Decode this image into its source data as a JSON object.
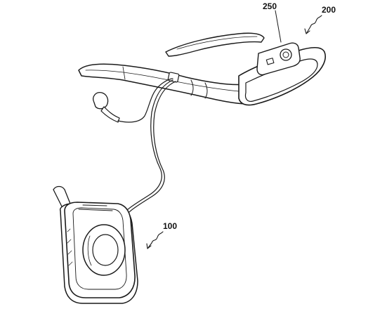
{
  "labels": {
    "glasses_ref": "200",
    "camera_ref": "250",
    "phone_ref": "100"
  },
  "colors": {
    "ink": "#1a1a1a",
    "background": "#ffffff"
  }
}
